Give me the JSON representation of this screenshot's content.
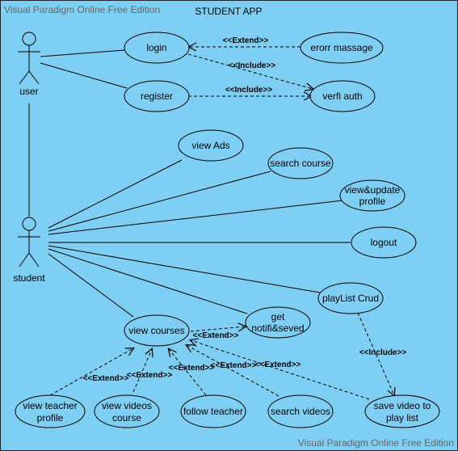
{
  "watermark_top": "Visual Paradigm Online Free Edition",
  "watermark_bottom": "Visual Paradigm Online Free Edition",
  "title": "STUDENT APP",
  "colors": {
    "background": "#7fcff5",
    "ellipse_fill": "#7fcff5",
    "stroke": "#000000",
    "watermark": "#666666"
  },
  "actors": {
    "user": "user",
    "student": "student"
  },
  "use_cases": {
    "login": "login",
    "register": "register",
    "error_message": "erorr massage",
    "verify_auth": "verfi auth",
    "view_ads": "view Ads",
    "search_course": "search course",
    "view_update_profile_1": "view&update",
    "view_update_profile_2": "profile",
    "logout": "logout",
    "playlist_crud": "playList Crud",
    "get_notifi_1": "get",
    "get_notifi_2": "notifi&seved",
    "view_courses": "view courses",
    "view_teacher_profile_1": "view teacher",
    "view_teacher_profile_2": "profile",
    "view_videos_course_1": "view videos",
    "view_videos_course_2": "course",
    "follow_teacher": "follow teacher",
    "search_videos": "search videos",
    "save_video_1": "save video to",
    "save_video_2": "play list"
  },
  "relations": {
    "extend": "<<Extend>>",
    "include": "<<Include>>"
  }
}
